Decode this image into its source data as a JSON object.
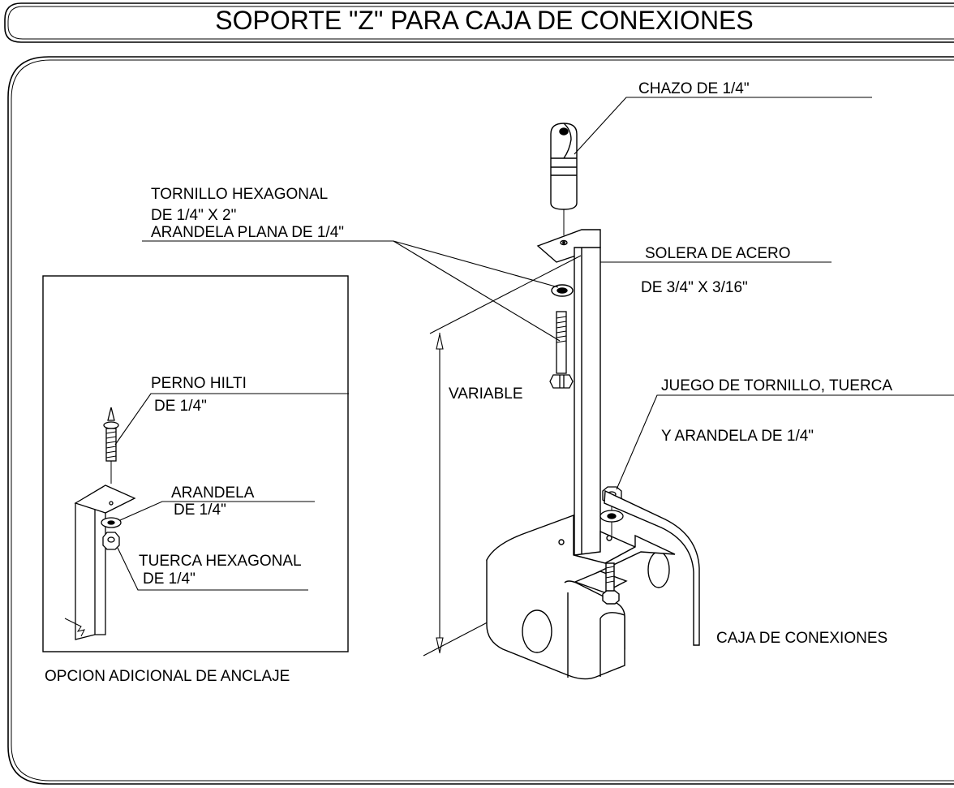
{
  "title": "SOPORTE \"Z\" PARA CAJA DE CONEXIONES",
  "labels": {
    "chazo": "CHAZO DE 1/4\"",
    "tornillo_1": "TORNILLO HEXAGONAL",
    "tornillo_2": "DE 1/4\" X 2\"",
    "arandela_plana": "ARANDELA PLANA DE 1/4\"",
    "solera_1": "SOLERA DE ACERO",
    "solera_2": "DE 3/4\" X 3/16\"",
    "variable": "VARIABLE",
    "juego_1": "JUEGO DE TORNILLO, TUERCA",
    "juego_2": "Y ARANDELA DE 1/4\"",
    "caja": "CAJA DE CONEXIONES"
  },
  "inset": {
    "perno_1": "PERNO HILTI",
    "perno_2": "DE 1/4\"",
    "arandela_1": "ARANDELA",
    "arandela_2": "DE 1/4\"",
    "tuerca_1": "TUERCA HEXAGONAL",
    "tuerca_2": "DE 1/4\"",
    "caption": "OPCION ADICIONAL DE ANCLAJE"
  }
}
